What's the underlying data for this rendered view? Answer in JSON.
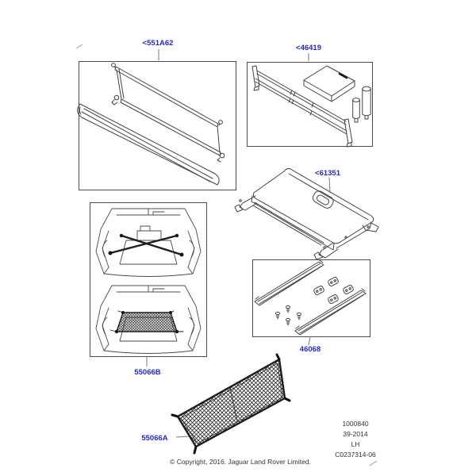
{
  "parts": {
    "loadspace_cover": {
      "label": "<551A62"
    },
    "cargo_rail_kit": {
      "label": "<46419"
    },
    "load_floor_panel": {
      "label": "<61351"
    },
    "sill_plate_kit": {
      "label": "46068"
    },
    "loadspace_retention": {
      "label": "55066B"
    },
    "cargo_net": {
      "label": "55066A"
    }
  },
  "footer": {
    "ref_number": "1000840",
    "date_code": "39-2014",
    "hand_code": "LH",
    "drawing_number": "C0237314-06",
    "copyright": "© Copyright, 2016. Jaguar Land Rover Limited."
  },
  "colors": {
    "part_label_blue": "#2328CB",
    "line_art": "#424242"
  }
}
